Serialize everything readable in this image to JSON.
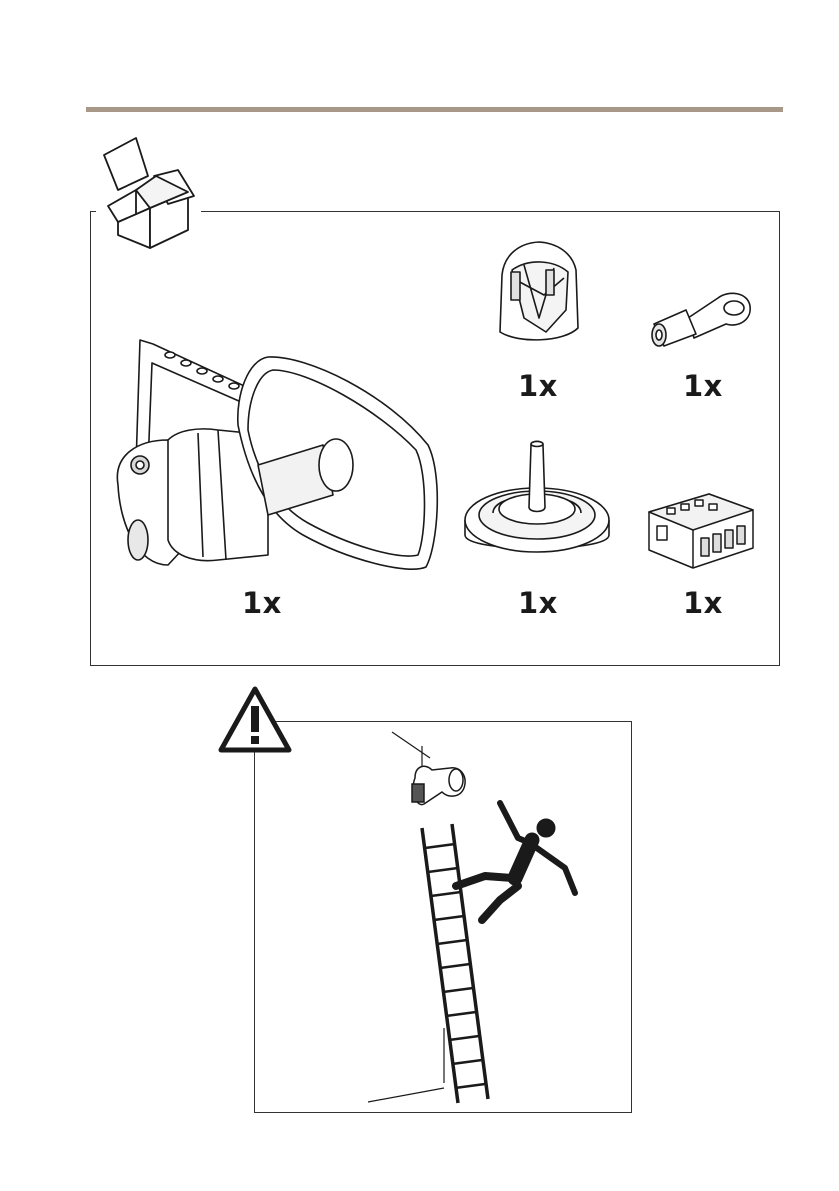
{
  "header": {
    "rule_color": "#a89888"
  },
  "package_contents": {
    "icon": "open-box-icon",
    "items": [
      {
        "name": "horn-speaker",
        "icon": "horn-speaker-illustration",
        "quantity": "1x"
      },
      {
        "name": "cable-gasket",
        "icon": "gasket-illustration",
        "quantity": "1x"
      },
      {
        "name": "ring-terminal",
        "icon": "ring-terminal-illustration",
        "quantity": "1x"
      },
      {
        "name": "cable-grommet",
        "icon": "grommet-illustration",
        "quantity": "1x"
      },
      {
        "name": "terminal-block-connector",
        "icon": "connector-illustration",
        "quantity": "1x"
      }
    ]
  },
  "warning": {
    "icon": "warning-triangle-icon",
    "illustration": "fall-from-ladder-illustration"
  }
}
